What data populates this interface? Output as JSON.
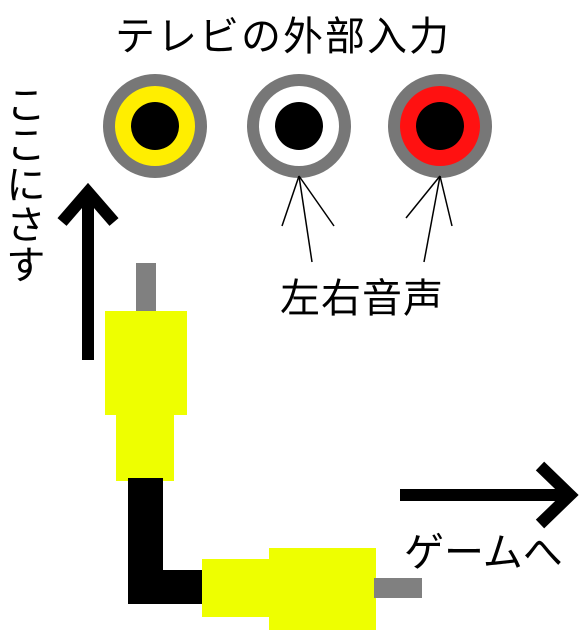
{
  "title": "テレビの外部入力",
  "audio_label": "左右音声",
  "insert_label": "ここにさす",
  "game_label": "ゲームへ",
  "jacks": [
    {
      "name": "video-jack",
      "ring": "#777777",
      "fill": "#ffee00"
    },
    {
      "name": "audio-left-jack",
      "ring": "#777777",
      "fill": "#ffffff"
    },
    {
      "name": "audio-right-jack",
      "ring": "#777777",
      "fill": "#ff1111"
    }
  ],
  "colors": {
    "plug_body": "#eeff00",
    "cable": "#000000",
    "pin": "#808080",
    "arrow": "#000000"
  }
}
